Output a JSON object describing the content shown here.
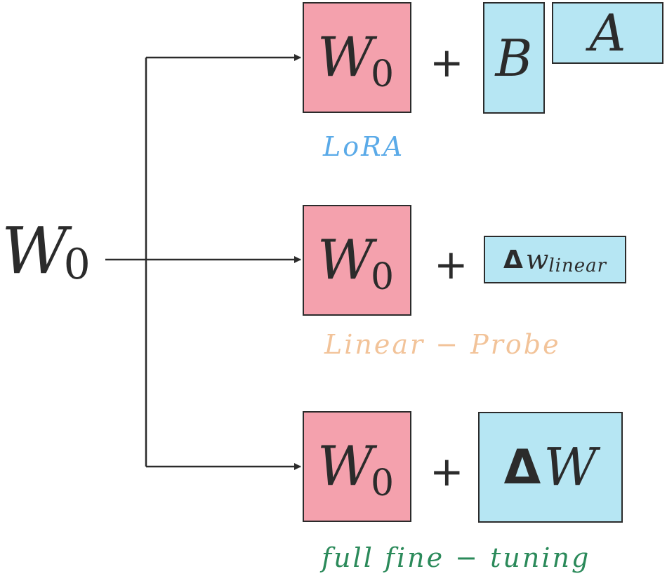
{
  "input": {
    "symbol": "W",
    "subscript": "0"
  },
  "rows": [
    {
      "base": {
        "symbol": "W",
        "subscript": "0"
      },
      "operator": "+",
      "update": {
        "b": "B",
        "a": "A"
      },
      "caption": "LoRA",
      "caption_color": "#5aaae8"
    },
    {
      "base": {
        "symbol": "W",
        "subscript": "0"
      },
      "operator": "+",
      "update": {
        "delta": "Δ",
        "symbol": "w",
        "subscript": "linear"
      },
      "caption": "Linear − Probe",
      "caption_color": "#f2c399"
    },
    {
      "base": {
        "symbol": "W",
        "subscript": "0"
      },
      "operator": "+",
      "update": {
        "delta": "Δ",
        "symbol": "W"
      },
      "caption": "full fine − tuning",
      "caption_color": "#2b8a5a"
    }
  ],
  "colors": {
    "base_fill": "#f4a1ad",
    "update_fill": "#b6e6f3",
    "stroke": "#2b2b2b"
  }
}
